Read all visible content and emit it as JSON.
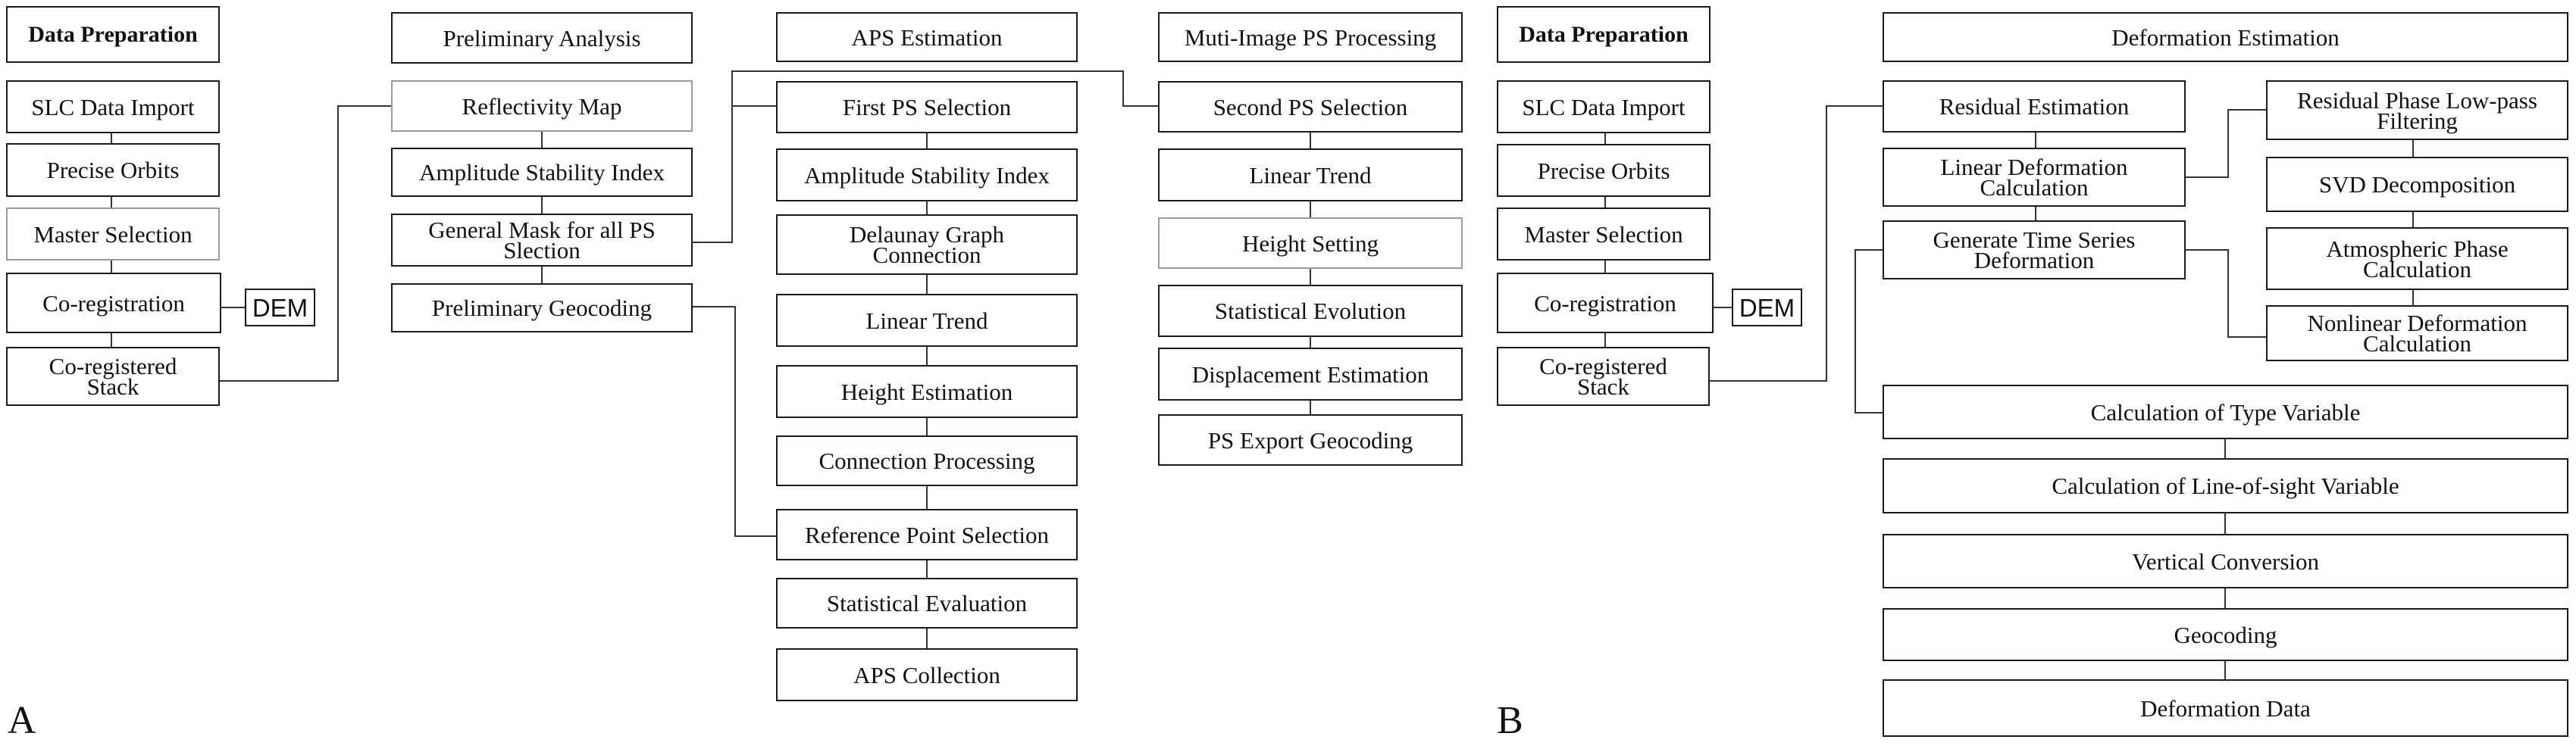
{
  "panel_a": {
    "letter": "A",
    "data_preparation": {
      "title": "Data Preparation",
      "steps": [
        "SLC Data Import",
        "Precise Orbits",
        "Master Selection",
        "Co-registration",
        "Co-registered Stack"
      ],
      "dem": "DEM"
    },
    "preliminary_analysis": {
      "title": "Preliminary Analysis",
      "steps": [
        "Reflectivity Map",
        "Amplitude Stability Index",
        "General Mask for all PS Slection",
        "Preliminary Geocoding"
      ]
    },
    "aps_estimation": {
      "title": "APS Estimation",
      "steps": [
        "First PS Selection",
        "Amplitude Stability Index",
        "Delaunay Graph Connection",
        "Linear Trend",
        "Height Estimation",
        "Connection Processing",
        "Reference Point Selection",
        "Statistical Evaluation",
        "APS Collection"
      ]
    },
    "multi_image": {
      "title": "Muti-Image PS Processing",
      "steps": [
        "Second PS Selection",
        "Linear Trend",
        "Height Setting",
        "Statistical Evolution",
        "Displacement Estimation",
        "PS Export Geocoding"
      ]
    }
  },
  "panel_b": {
    "letter": "B",
    "data_preparation": {
      "title": "Data Preparation",
      "steps": [
        "SLC Data Import",
        "Precise Orbits",
        "Master Selection",
        "Co-registration",
        "Co-registered Stack"
      ],
      "dem": "DEM"
    },
    "deformation_estimation": {
      "title": "Deformation Estimation",
      "left_steps": [
        "Residual Estimation",
        "Linear Deformation Calculation",
        "Generate Time Series Deformation"
      ],
      "right_steps": [
        "Residual Phase Low-pass Filtering",
        "SVD Decomposition",
        "Atmospheric Phase Calculation",
        "Nonlinear Deformation Calculation"
      ],
      "bottom_steps": [
        "Calculation of Type Variable",
        "Calculation of Line-of-sight Variable",
        "Vertical Conversion",
        "Geocoding",
        "Deformation Data"
      ]
    }
  }
}
